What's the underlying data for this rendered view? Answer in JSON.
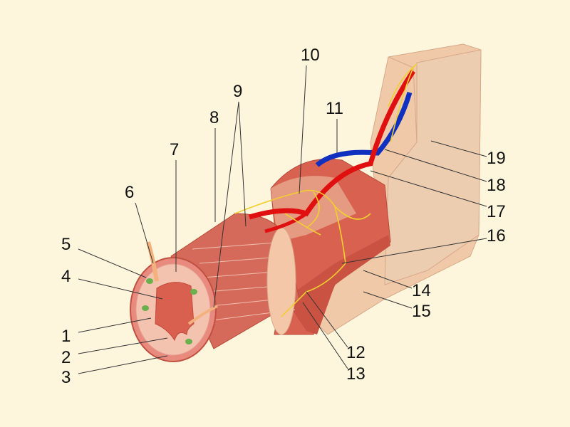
{
  "labels": [
    "1",
    "2",
    "3",
    "4",
    "5",
    "6",
    "7",
    "8",
    "9",
    "10",
    "11",
    "12",
    "13",
    "14",
    "15",
    "16",
    "17",
    "18",
    "19"
  ],
  "colors": {
    "background": "#fdf6dc",
    "sheath": "#efc9a8",
    "muscle": "#d8624f",
    "mucosa": "#e07a66",
    "artery": "#e01010",
    "vein": "#1030c0",
    "nerve": "#f2cf2e"
  }
}
